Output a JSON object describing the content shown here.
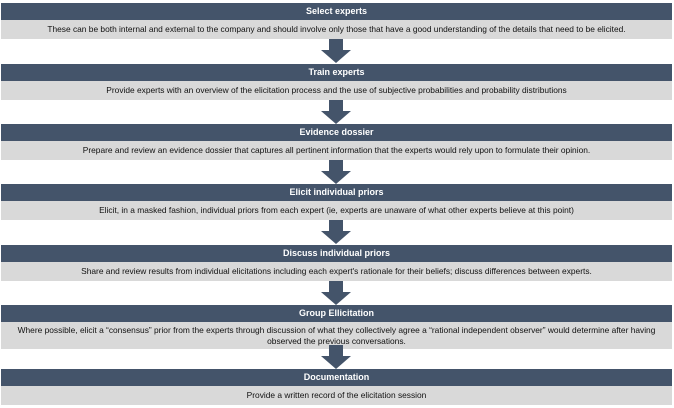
{
  "colors": {
    "header_bg": "#44546a",
    "body_bg": "#d9d9d9",
    "arrow": "#44546a"
  },
  "steps": [
    {
      "title": "Select experts",
      "description": "These can be both internal and external to the company and should involve only those that have a good understanding of the details that need to be elicited."
    },
    {
      "title": "Train experts",
      "description": "Provide experts with an overview of the elicitation process and the use of subjective probabilities and probability distributions"
    },
    {
      "title": "Evidence dossier",
      "description": "Prepare and review an evidence dossier that captures all pertinent information that the experts would rely upon to formulate their opinion."
    },
    {
      "title": "Elicit individual priors",
      "description": "Elicit, in a masked fashion, individual priors from each expert (ie, experts are unaware of what other experts believe at this point)"
    },
    {
      "title": "Discuss individual priors",
      "description": "Share and review results from individual elicitations including each expert's rationale for their beliefs; discuss differences between experts."
    },
    {
      "title": "Group Ellicitation",
      "description": "Where possible, elicit a “consensus” prior from the experts through discussion of what they collectively agree a “rational independent observer” would determine after having observed the previous conversations."
    },
    {
      "title": "Documentation",
      "description": "Provide a written record of the elicitation session"
    }
  ]
}
